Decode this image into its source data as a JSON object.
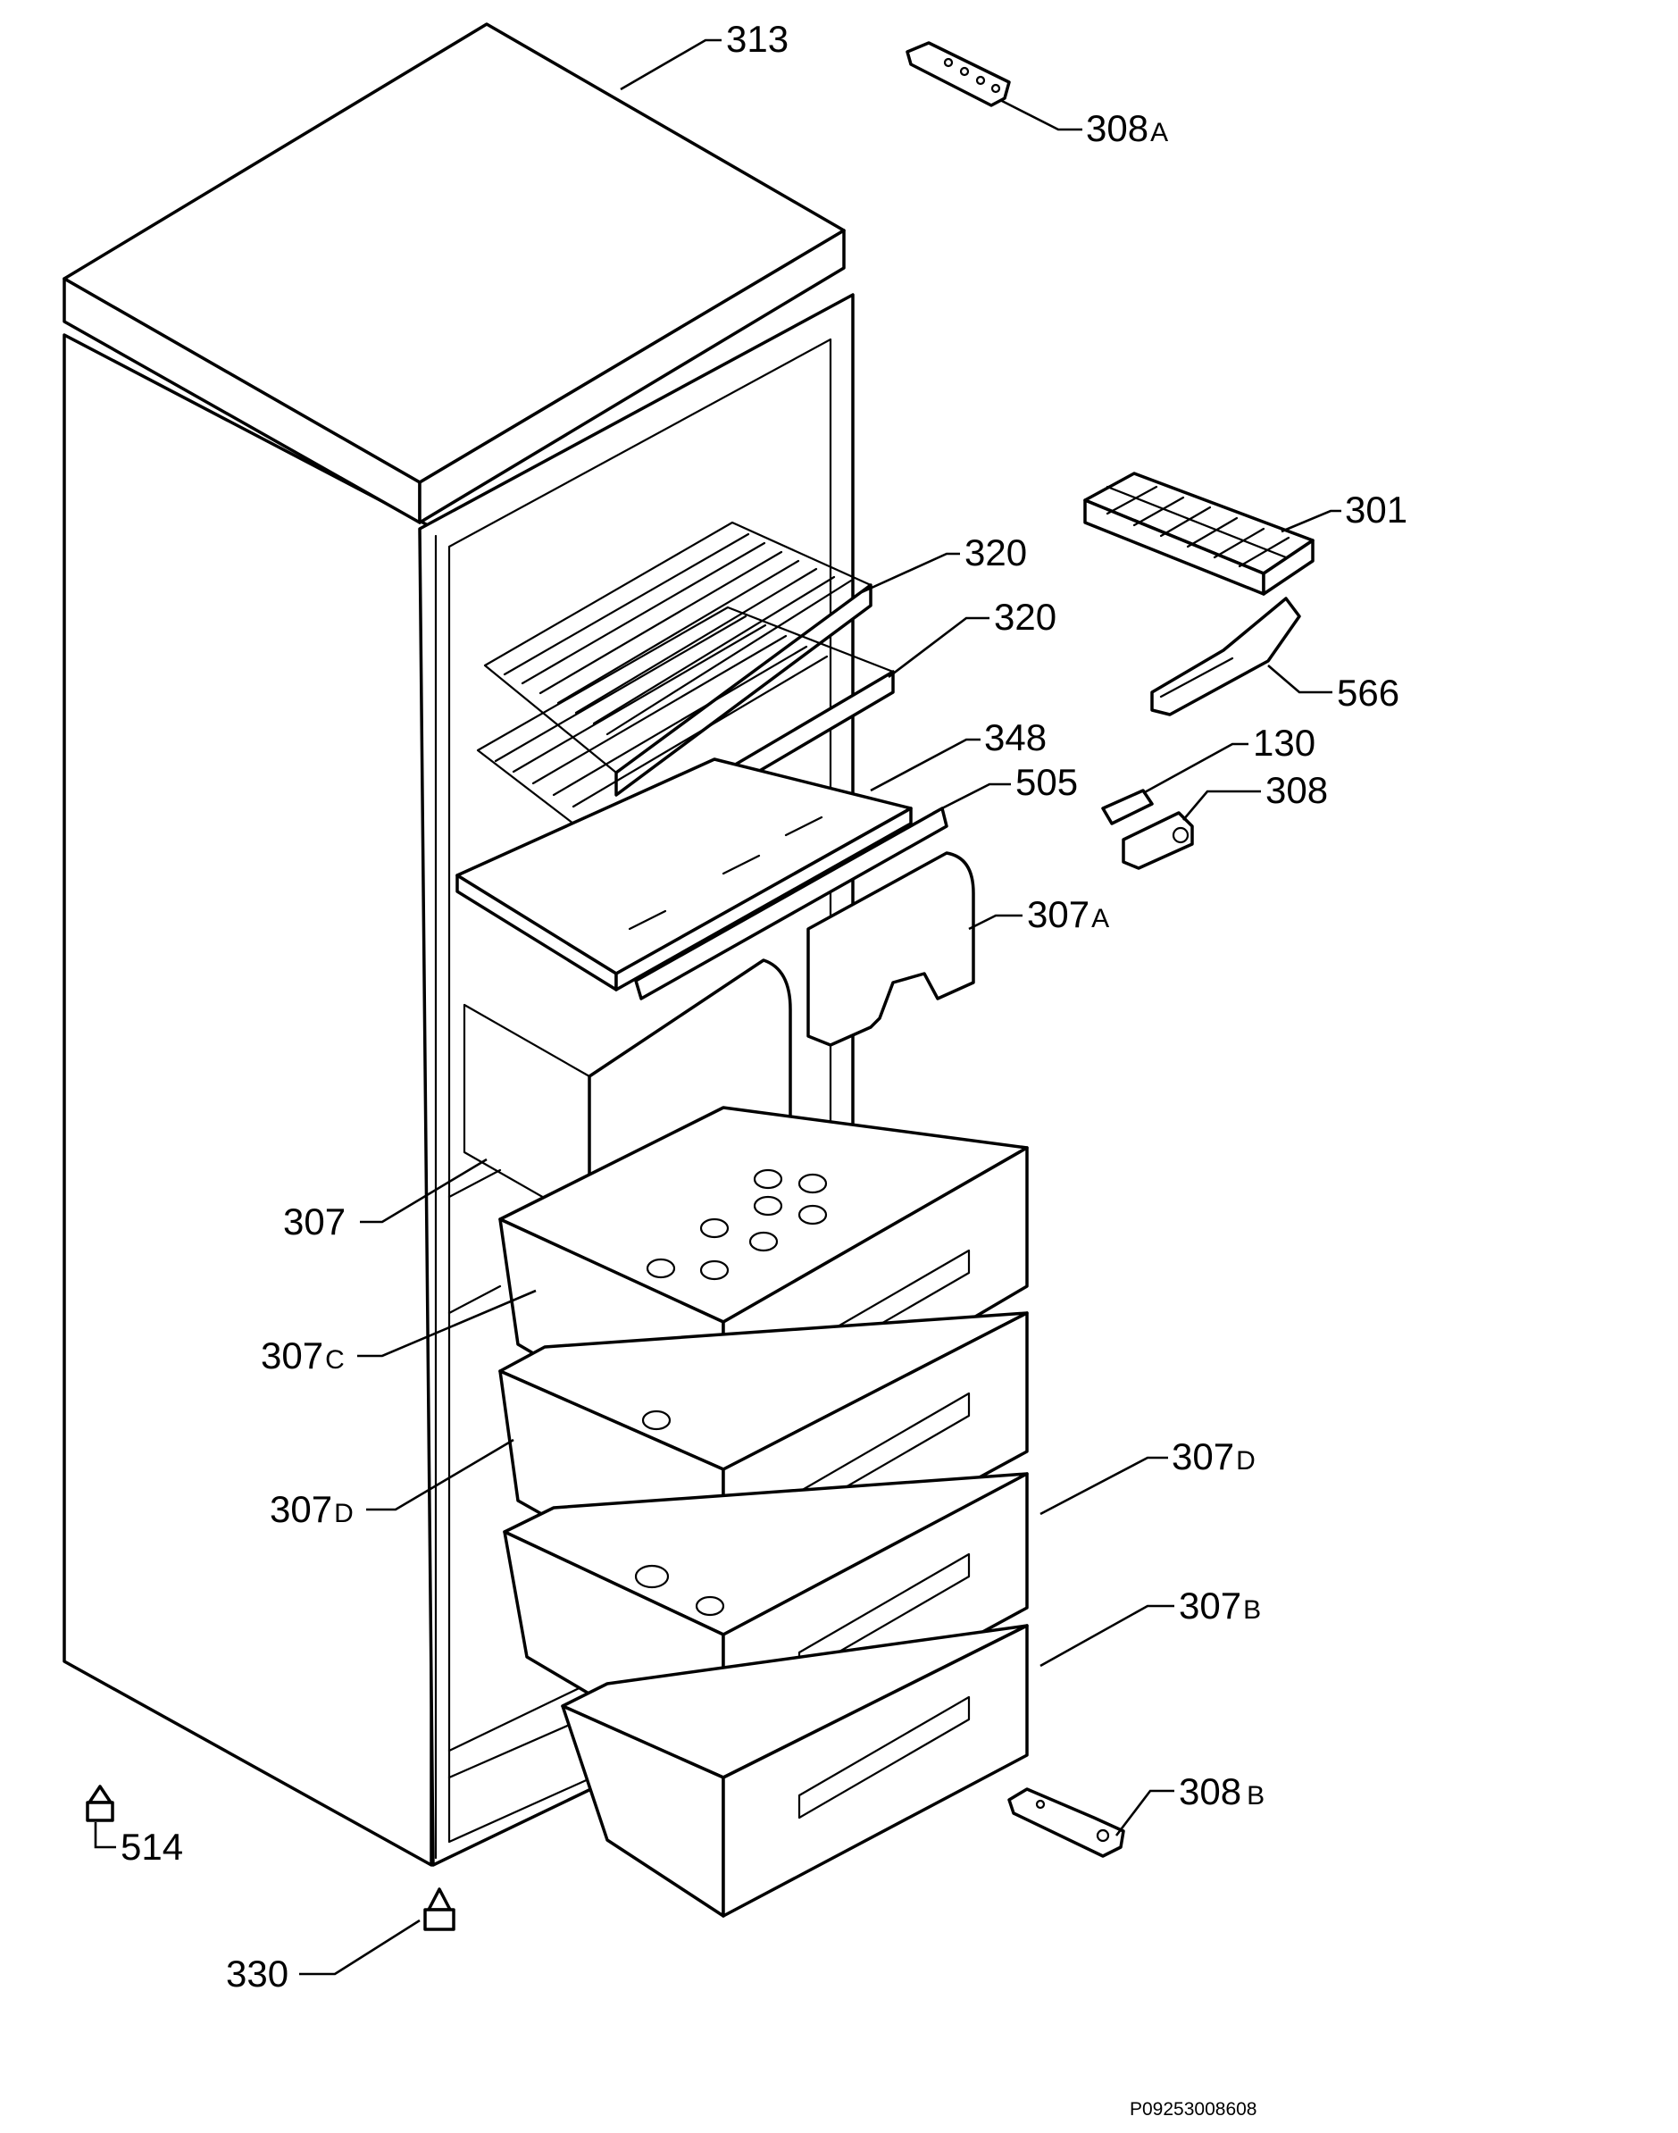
{
  "callouts": {
    "c313": {
      "num": "313",
      "suffix": ""
    },
    "c308A": {
      "num": "308",
      "suffix": "A"
    },
    "c301": {
      "num": "301",
      "suffix": ""
    },
    "c320a": {
      "num": "320",
      "suffix": ""
    },
    "c320b": {
      "num": "320",
      "suffix": ""
    },
    "c566": {
      "num": "566",
      "suffix": ""
    },
    "c348": {
      "num": "348",
      "suffix": ""
    },
    "c130": {
      "num": "130",
      "suffix": ""
    },
    "c505": {
      "num": "505",
      "suffix": ""
    },
    "c308": {
      "num": "308",
      "suffix": ""
    },
    "c307A": {
      "num": "307",
      "suffix": "A"
    },
    "c307": {
      "num": "307",
      "suffix": ""
    },
    "c307C": {
      "num": "307",
      "suffix": "C"
    },
    "c307D_l": {
      "num": "307",
      "suffix": "D"
    },
    "c307D_r": {
      "num": "307",
      "suffix": "D"
    },
    "c307B": {
      "num": "307",
      "suffix": "B"
    },
    "c308B": {
      "num": "308",
      "suffix": "B"
    },
    "c514": {
      "num": "514",
      "suffix": ""
    },
    "c330": {
      "num": "330",
      "suffix": ""
    }
  },
  "document_id": "P09253008608"
}
